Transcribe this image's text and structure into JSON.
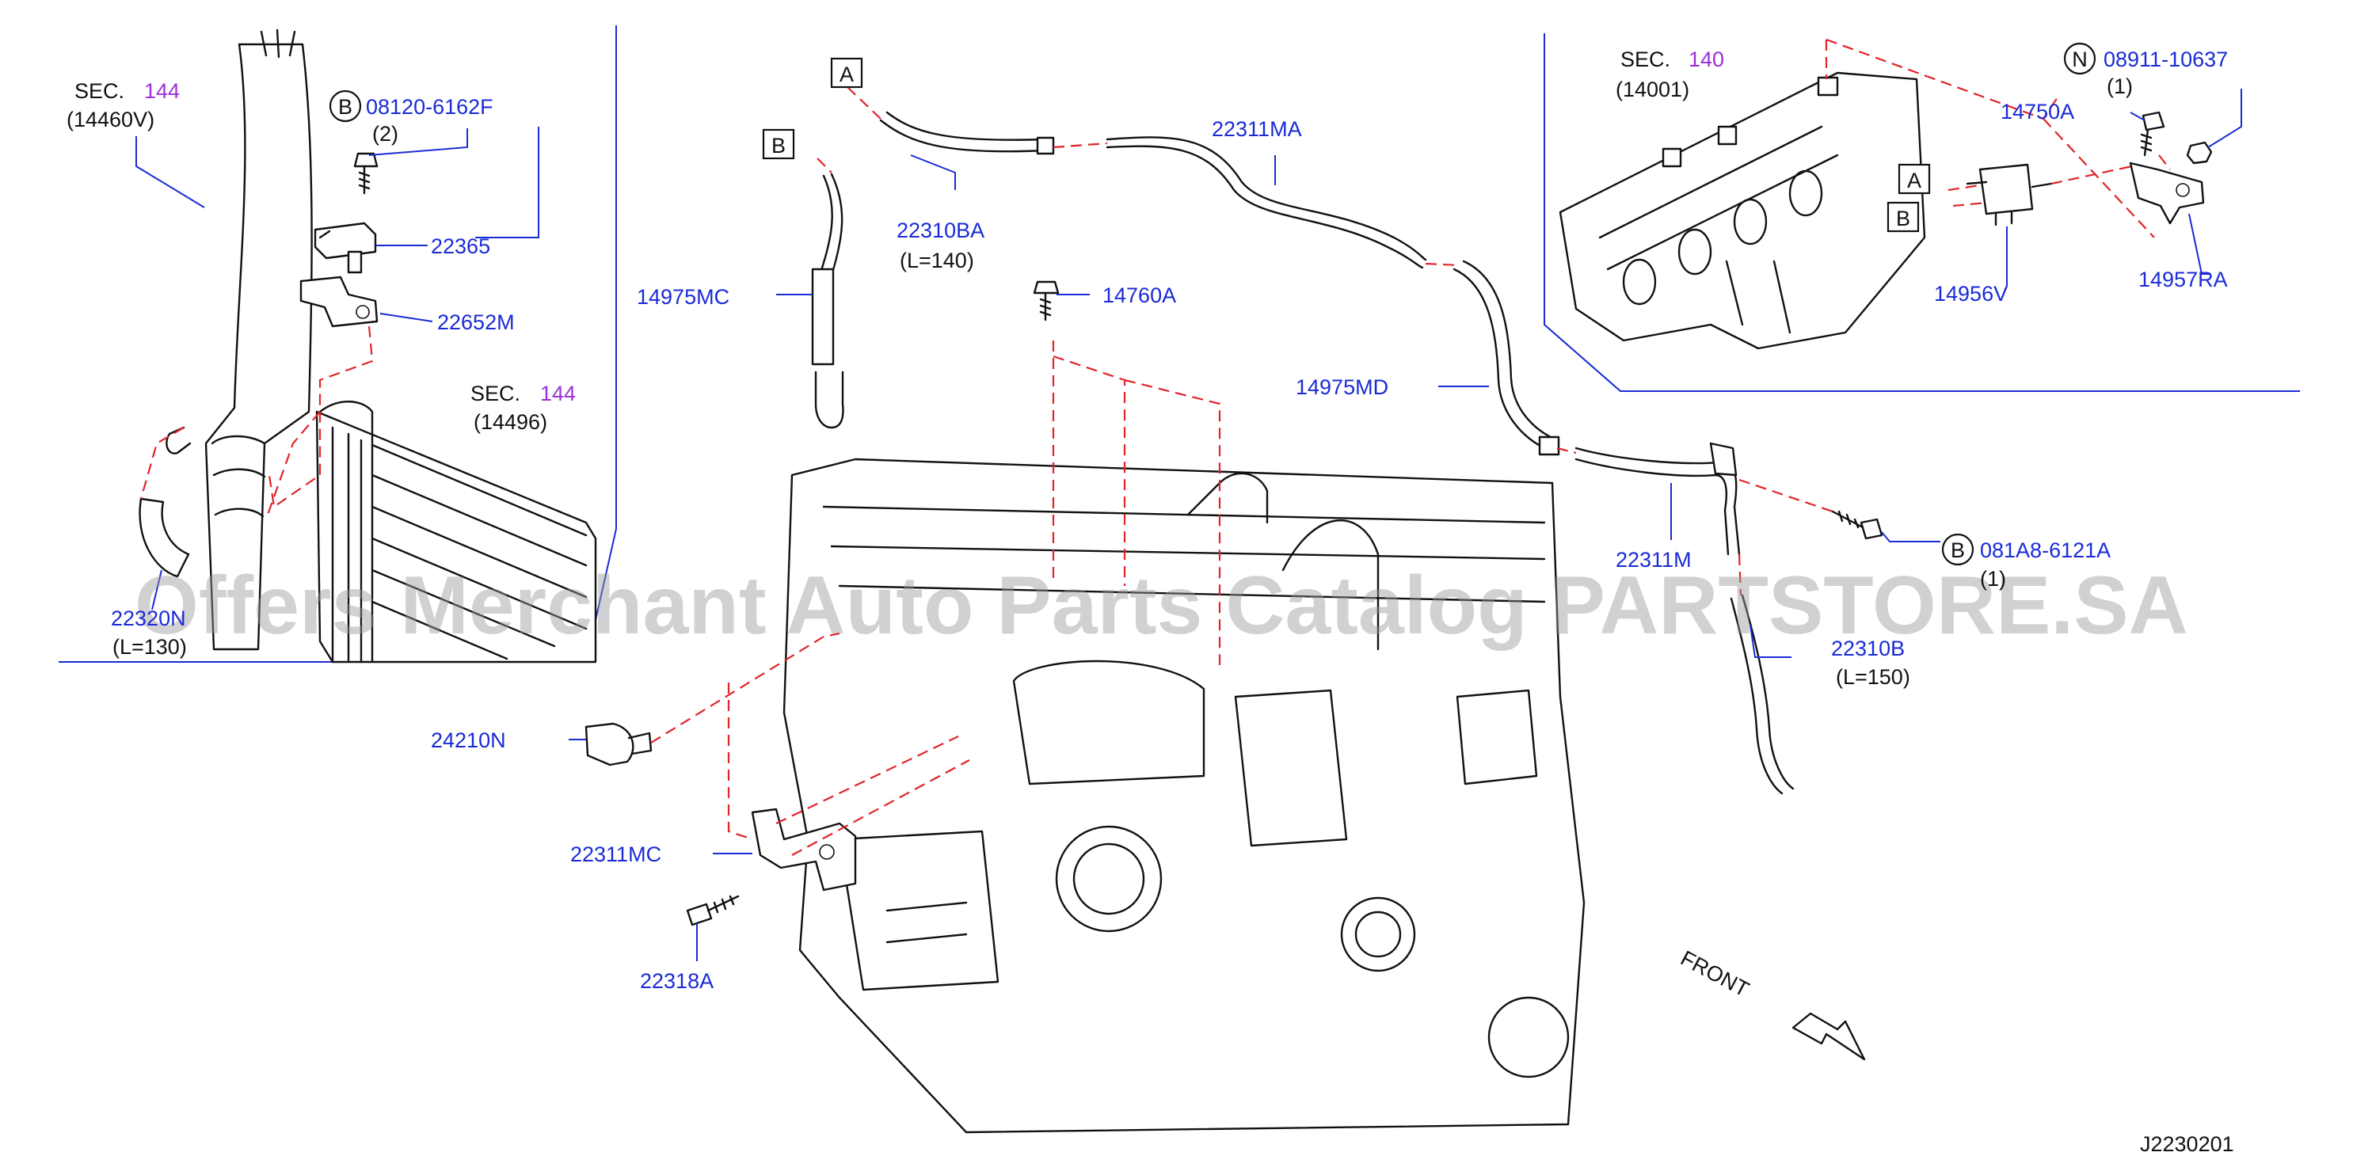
{
  "diagram": {
    "watermark": "Offers Merchant Auto Parts Catalog PARTSTORE.SA",
    "drawing_id": "J2230201",
    "front_label": "FRONT",
    "section_refs": [
      {
        "sec": "SEC.",
        "num": "144",
        "part": "(14460V)"
      },
      {
        "sec": "SEC.",
        "num": "144",
        "part": "(14496)"
      },
      {
        "sec": "SEC.",
        "num": "140",
        "part": "(14001)"
      }
    ],
    "callouts": [
      {
        "id": "b1",
        "letter": "B",
        "part": "08120-6162F",
        "qty": "(2)"
      },
      {
        "id": "b2",
        "letter": "B",
        "part": "081A8-6121A",
        "qty": "(1)"
      },
      {
        "id": "n1",
        "letter": "N",
        "part": "08911-10637",
        "qty": "(1)"
      }
    ],
    "box_letters": [
      "A",
      "B",
      "A",
      "B"
    ],
    "parts": [
      {
        "label": "22365"
      },
      {
        "label": "22652M"
      },
      {
        "label": "22320N",
        "length": "(L=130)"
      },
      {
        "label": "22310BA",
        "length": "(L=140)"
      },
      {
        "label": "22311MA"
      },
      {
        "label": "14975MC"
      },
      {
        "label": "14760A"
      },
      {
        "label": "14975MD"
      },
      {
        "label": "22311M"
      },
      {
        "label": "22310B",
        "length": "(L=150)"
      },
      {
        "label": "24210N"
      },
      {
        "label": "22311MC"
      },
      {
        "label": "22318A"
      },
      {
        "label": "14750A"
      },
      {
        "label": "14956V"
      },
      {
        "label": "14957RA"
      }
    ]
  }
}
